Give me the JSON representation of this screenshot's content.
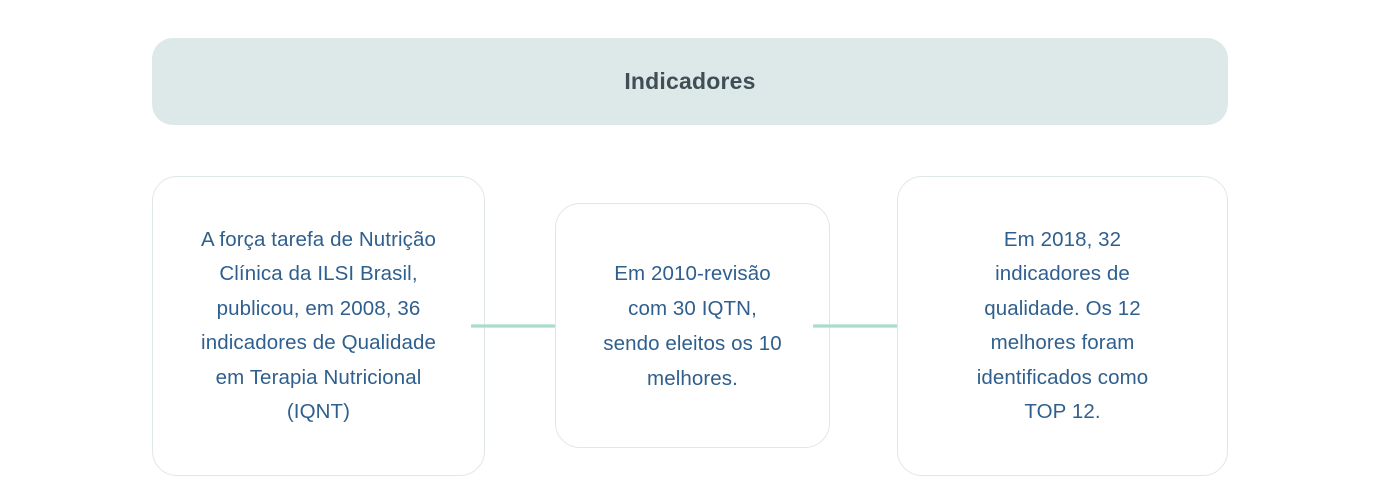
{
  "header": {
    "title": "Indicadores",
    "background_color": "#dde8e8",
    "title_color": "#3f4f55"
  },
  "theme": {
    "page_background": "#ffffff",
    "card_background": "#ffffff",
    "card_border_color": "#dfe8e6",
    "body_text_color": "#2f5f8e",
    "arrow_color": "#a9ddc9"
  },
  "flow": {
    "steps": [
      {
        "id": "step-1",
        "text": "A força tarefa de Nutrição Clínica da ILSI Brasil, publicou, em 2008, 36 indicadores de Qualidade em Terapia Nutricional (IQNT)",
        "lines": [
          "A força tarefa de Nutrição",
          "Clínica da ILSI Brasil,",
          "publicou, em 2008, 36",
          "indicadores de Qualidade",
          "em Terapia Nutricional",
          "(IQNT)"
        ]
      },
      {
        "id": "step-2",
        "text": "Em 2010-revisão com 30 IQTN, sendo eleitos os 10 melhores.",
        "lines": [
          "Em 2010-revisão",
          "com 30 IQTN,",
          "sendo eleitos os 10",
          "melhores."
        ]
      },
      {
        "id": "step-3",
        "text": "Em 2018, 32 indicadores de qualidade. Os 12 melhores foram identificados como TOP 12.",
        "lines": [
          "Em 2018, 32",
          "indicadores de",
          "qualidade. Os 12",
          "melhores foram",
          "identificados como",
          "TOP 12."
        ]
      }
    ],
    "connectors": [
      {
        "id": "connector-1",
        "icon": "arrow-right-icon",
        "from": "step-1",
        "to": "step-2"
      },
      {
        "id": "connector-2",
        "icon": "arrow-right-icon",
        "from": "step-2",
        "to": "step-3"
      }
    ]
  }
}
